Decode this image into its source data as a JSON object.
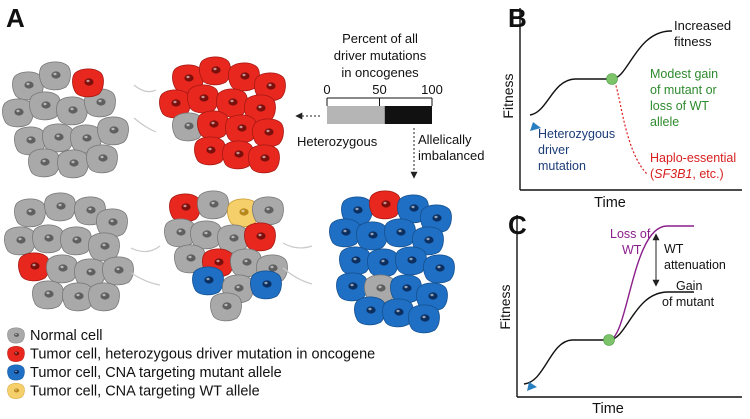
{
  "colors": {
    "normal": "#a9a9a9",
    "normal_nucleus": "#5f5f5f",
    "het": "#e8281f",
    "het_nucleus": "#7a0f0c",
    "mut": "#1f6fc4",
    "mut_nucleus": "#0c2f60",
    "wt": "#f4cf6a",
    "wt_nucleus": "#b8861a",
    "green": "#2e8a2e",
    "navy": "#1c3c78",
    "red": "#d81e1e",
    "purple": "#8a1e8a",
    "point": "#7cc36a"
  },
  "panel_a": {
    "letter": "A",
    "bar_title": [
      "Percent of all",
      "driver mutations",
      "in oncogenes"
    ],
    "ticks": [
      "0",
      "50",
      "100"
    ],
    "het_percent": 55,
    "label_het": "Heterozygous",
    "label_imbalanced": [
      "Allelically",
      "imbalanced"
    ],
    "legend": [
      {
        "type": "normal",
        "text": "Normal cell"
      },
      {
        "type": "het",
        "text": "Tumor cell, heterozygous driver mutation in oncogene"
      },
      {
        "type": "mut",
        "text": "Tumor cell, CNA targeting mutant allele"
      },
      {
        "type": "wt",
        "text": "Tumor cell, CNA targeting WT allele"
      }
    ]
  },
  "panel_b": {
    "letter": "B",
    "ylabel": "Fitness",
    "xlabel": "Time",
    "increased": [
      "Increased",
      "fitness"
    ],
    "modest": [
      "Modest gain",
      "of mutant or",
      "loss of WT",
      "allele"
    ],
    "het_driver": [
      "Heterozygous",
      "driver",
      "mutation"
    ],
    "haplo_line1": "Haplo-essential",
    "haplo_gene": "SF3B1",
    "haplo_rest": ", etc.)"
  },
  "panel_c": {
    "letter": "C",
    "ylabel": "Fitness",
    "xlabel": "Time",
    "loss_wt": [
      "Loss of",
      "WT"
    ],
    "attenuation": [
      "WT",
      "attenuation"
    ],
    "gain_mutant": [
      "Gain",
      "of mutant"
    ]
  }
}
